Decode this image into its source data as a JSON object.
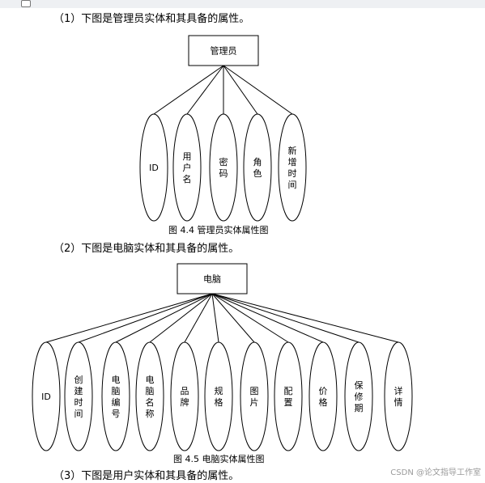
{
  "paragraphs": {
    "p1": "（1）下图是管理员实体和其具备的属性。",
    "p2": "（2）下图是电脑实体和其具备的属性。",
    "p3": "（3）下图是用户实体和其具备的属性。"
  },
  "diagram1": {
    "entity": "管理员",
    "attributes": [
      "ID",
      "用户名",
      "密码",
      "角色",
      "新增时间"
    ],
    "caption": "图 4.4  管理员实体属性图"
  },
  "diagram2": {
    "entity": "电脑",
    "attributes": [
      "ID",
      "创建时间",
      "电脑编号",
      "电脑名称",
      "品牌",
      "规格",
      "图片",
      "配置",
      "价格",
      "保修期",
      "详情"
    ],
    "caption": "图 4.5  电脑实体属性图"
  },
  "watermark": "CSDN @论文指导工作室"
}
